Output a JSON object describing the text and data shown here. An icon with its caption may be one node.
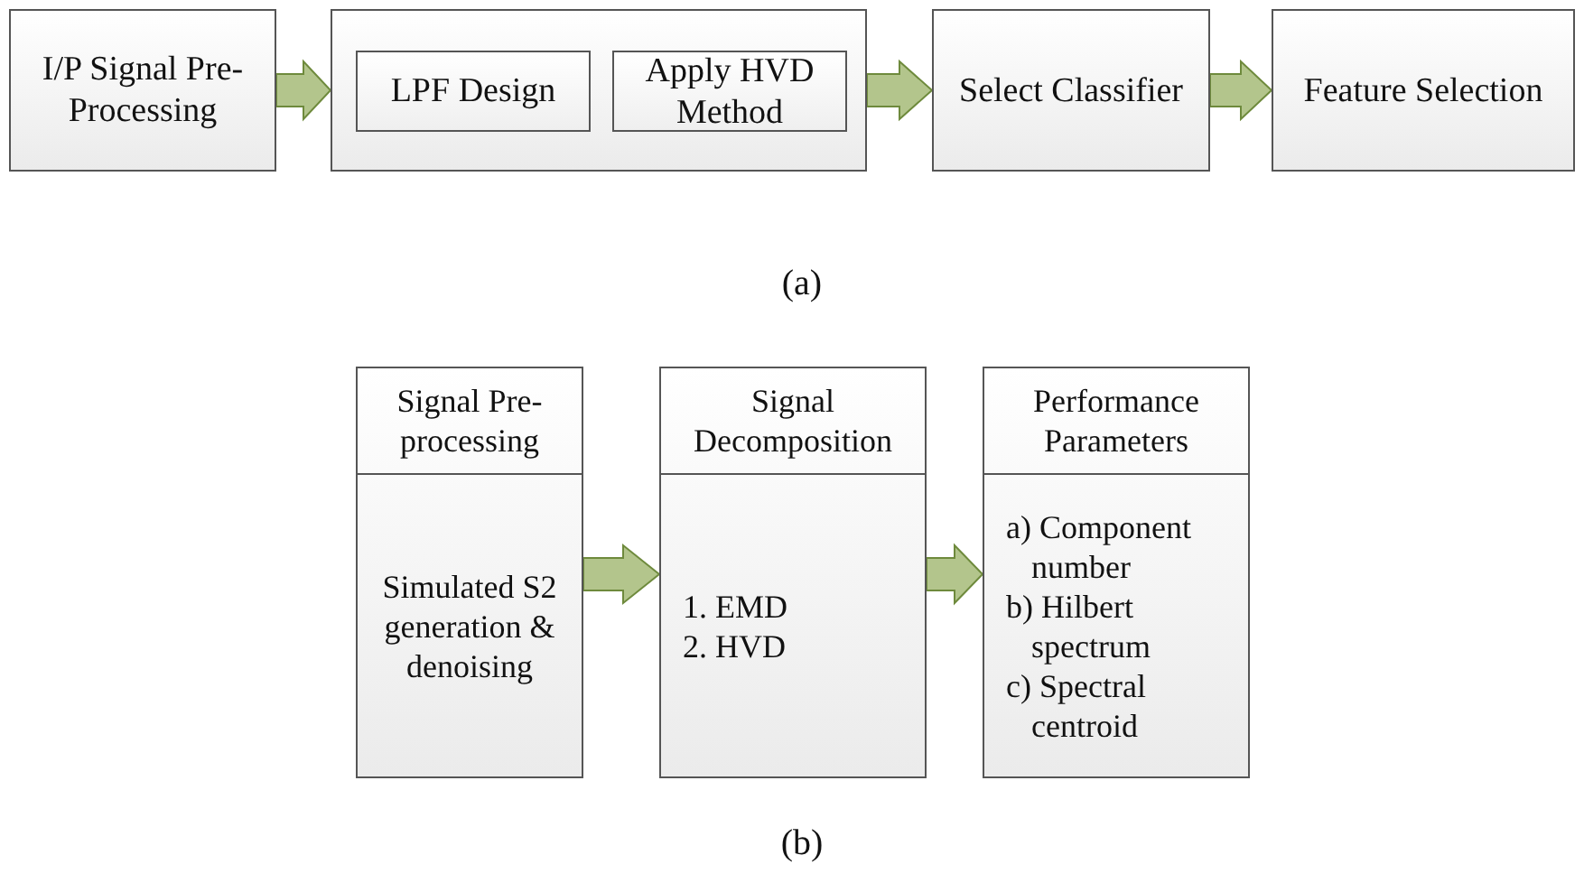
{
  "diagram": {
    "nodes": [
      {
        "text": [
          "I/P Signal Pre-Processing"
        ]
      },
      {
        "text": [],
        "shape": "box"
      },
      {
        "text": [
          "LPF Design"
        ],
        "in": 1
      },
      {
        "text": [
          "Apply HVD Method"
        ],
        "in": 1
      },
      {
        "text": [
          "Select Classifier"
        ]
      },
      {
        "text": [
          "Feature Selection"
        ]
      },
      {
        "text": [
          "Signal Pre-processing",
          "Simulated S2 generation & denoising"
        ]
      },
      {
        "text": [
          "Signal Decomposition",
          "1. EMD",
          "2. HVD"
        ]
      },
      {
        "text": [
          "Performance Parameters",
          "a) Component number",
          "b) Hilbert spectrum",
          "c) Spectral centroid"
        ]
      }
    ],
    "edges": [
      {
        "from": 0,
        "to": 1,
        "arrow": "to"
      },
      {
        "from": 1,
        "to": 4,
        "arrow": "to"
      },
      {
        "from": 4,
        "to": 5,
        "arrow": "to"
      },
      {
        "from": 6,
        "to": 7,
        "arrow": "to"
      },
      {
        "from": 7,
        "to": 8,
        "arrow": "to"
      }
    ],
    "labels": [
      "(a)",
      "(b)"
    ]
  }
}
